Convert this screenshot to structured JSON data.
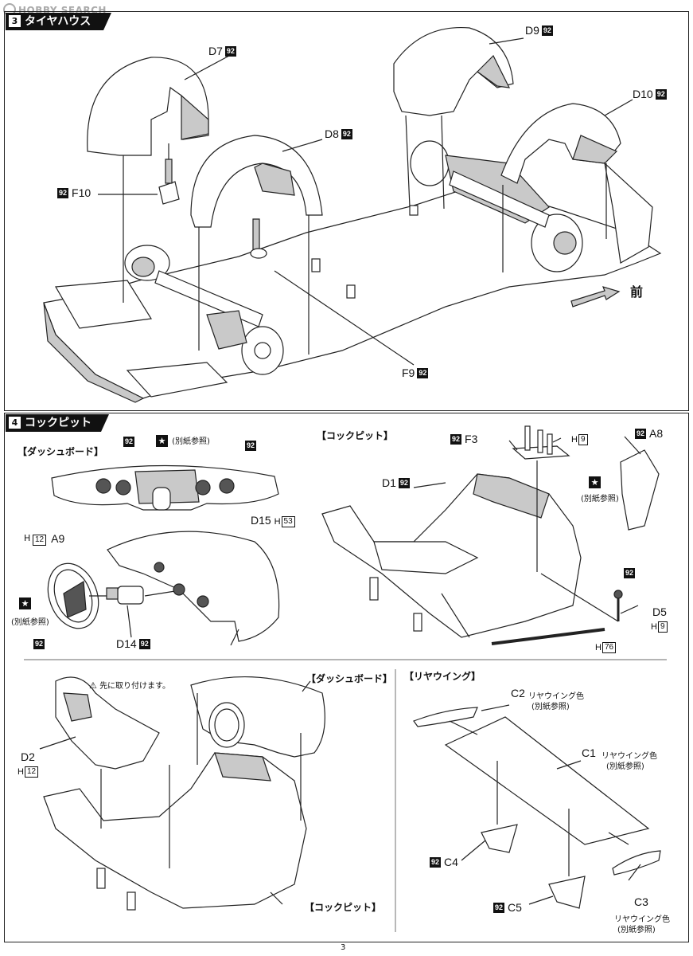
{
  "watermark": "HOBBY SEARCH",
  "section3": {
    "number": "3",
    "title": "タイヤハウス",
    "labels": {
      "d7": "D7",
      "d8": "D8",
      "d9": "D9",
      "d10": "D10",
      "f10": "F10",
      "f9": "F9",
      "front": "前"
    },
    "paint_code": "92"
  },
  "section4": {
    "number": "4",
    "title": "コックピット",
    "sub_dashboard": "【ダッシュボード】",
    "sub_cockpit": "【コックピット】",
    "sub_rearwing": "【リヤウイング】",
    "sub_dashboard2": "【ダッシュボード】",
    "sub_cockpit2": "【コックピット】",
    "star_note": "(別紙参照)",
    "star_note2": "(別紙参照)",
    "star_note3": "(別紙参照)",
    "star_note4": "(別紙参照)",
    "caution": "先に取り付けます。",
    "paint_code": "92",
    "labels": {
      "a9": "A9",
      "h12": "H",
      "h12n": "12",
      "d15": "D15",
      "h53": "H",
      "h53n": "53",
      "d14": "D14",
      "d1": "D1",
      "f3": "F3",
      "h9": "H",
      "h9n": "9",
      "a8": "A8",
      "d5": "D5",
      "h9b": "H",
      "h9bn": "9",
      "h76": "H",
      "h76n": "76",
      "d2": "D2",
      "h12b": "H",
      "h12bn": "12",
      "c1": "C1",
      "c2": "C2",
      "c3": "C3",
      "c4": "C4",
      "c5": "C5"
    },
    "wing_color": "リヤウイング色",
    "wing_note": "(別紙参照)"
  },
  "page_number": "3"
}
